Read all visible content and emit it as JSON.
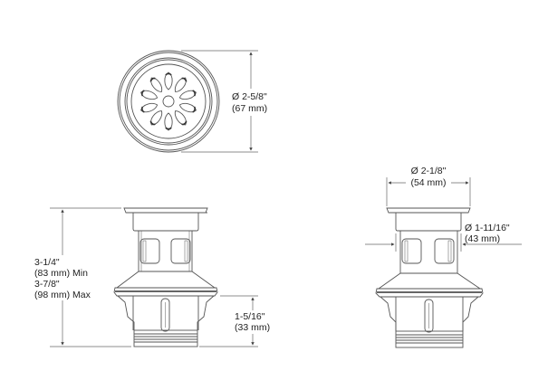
{
  "drawing": {
    "title": "Sink drain strainer dimension drawing",
    "stroke_color": "#555555",
    "dim_color": "#777777",
    "text_color": "#222222"
  },
  "top_view": {
    "diameter_label": "Ø 2-5/8\"",
    "diameter_mm": "(67 mm)"
  },
  "side_view_left": {
    "height_min_in": "3-1/4\"",
    "height_min_mm": "(83 mm) Min",
    "height_max_in": "3-7/8\"",
    "height_max_mm": "(98 mm) Max",
    "lower_height_in": "1-5/16\"",
    "lower_height_mm": "(33 mm)"
  },
  "side_view_right": {
    "flange_diameter_in": "Ø 2-1/8\"",
    "flange_diameter_mm": "(54 mm)",
    "body_diameter_in": "Ø 1-11/16\"",
    "body_diameter_mm": "(43 mm)"
  }
}
